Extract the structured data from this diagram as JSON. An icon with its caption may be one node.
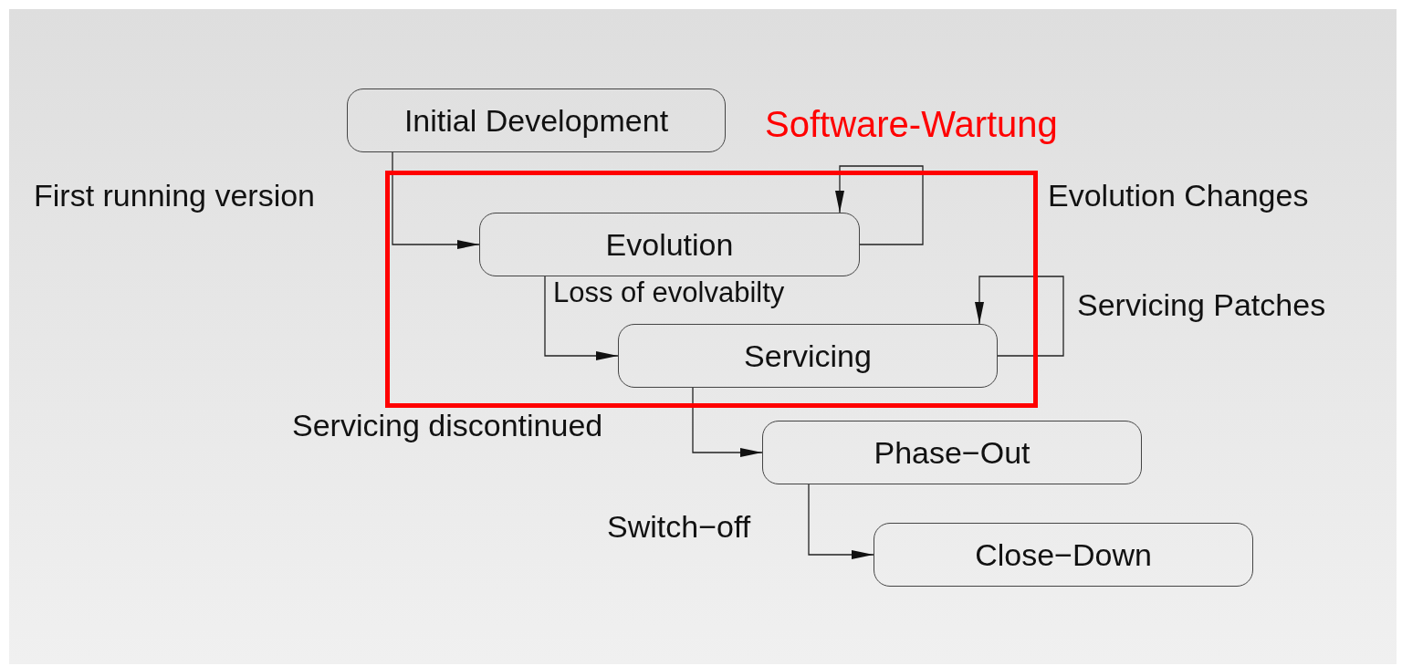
{
  "diagram": {
    "nodes": [
      {
        "text": [
          "Initial Development"
        ]
      },
      {
        "text": [
          "Software-Wartung"
        ]
      },
      {
        "text": [
          "Evolution"
        ],
        "in": 1
      },
      {
        "text": [
          "Servicing"
        ],
        "in": 1
      },
      {
        "text": [
          "Phase−Out"
        ]
      },
      {
        "text": [
          "Close−Down"
        ]
      }
    ],
    "edges": [
      {
        "from": 0,
        "to": 2,
        "arrow": "to",
        "label": "First running version"
      },
      {
        "from": 2,
        "to": 2,
        "arrow": "to",
        "label": "Evolution Changes"
      },
      {
        "from": 2,
        "to": 3,
        "arrow": "to",
        "label": "Loss of evolvabilty"
      },
      {
        "from": 3,
        "to": 3,
        "arrow": "to",
        "label": "Servicing Patches"
      },
      {
        "from": 3,
        "to": 4,
        "arrow": "to",
        "label": "Servicing discontinued"
      },
      {
        "from": 4,
        "to": 5,
        "arrow": "to",
        "label": "Switch−off"
      }
    ]
  }
}
